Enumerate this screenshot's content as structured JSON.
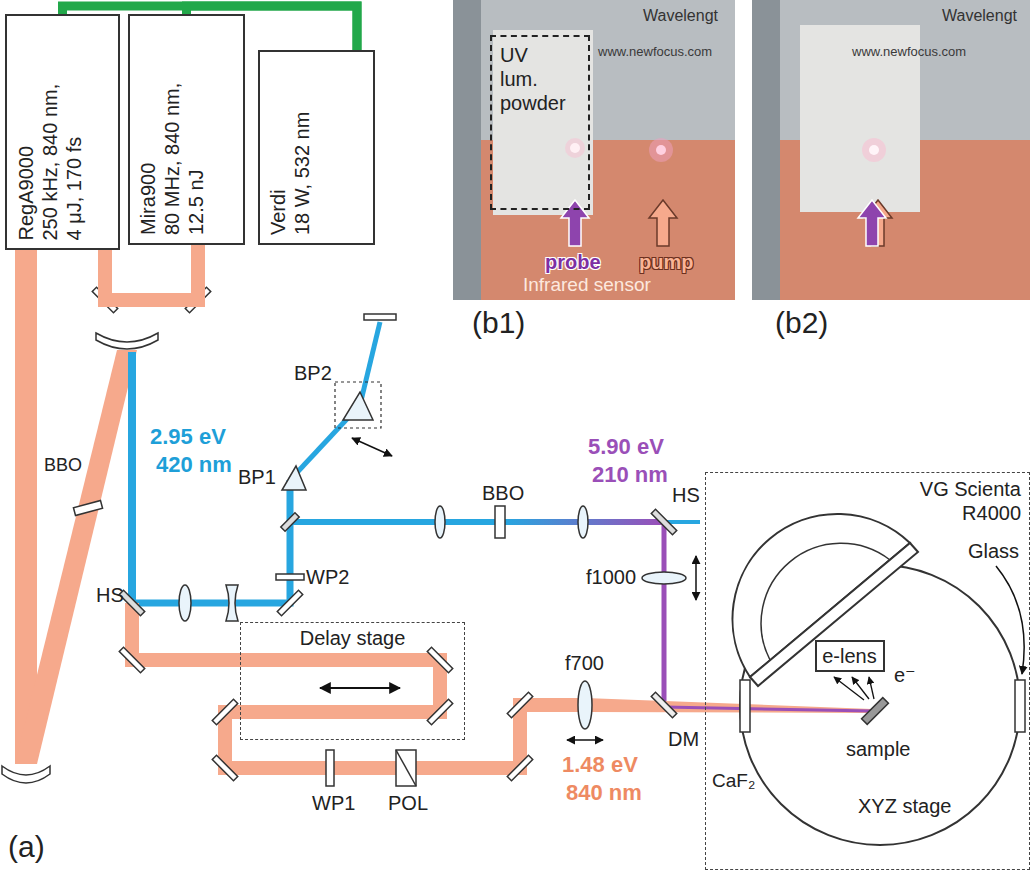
{
  "diagram": {
    "nodes": [
      {
        "text": [
          "RegA9000",
          "250 kHz, 840 nm, 4 μJ, 170 fs"
        ]
      },
      {
        "text": [
          "Mira900",
          "80 MHz, 840 nm, 12.5 nJ"
        ]
      },
      {
        "text": [
          "Verdi",
          "18 W, 532 nm"
        ]
      },
      {
        "text": [
          "Wavelengt",
          "www.newfocus.com",
          "probe",
          "pump",
          "Infrared sensor"
        ]
      },
      {
        "text": [
          "UV lum. powder"
        ],
        "in": 3
      },
      {
        "text": [
          "Wavelengt",
          "www.newfocus.com"
        ]
      },
      {
        "text": [
          "Delay stage"
        ]
      },
      {
        "text": [
          "VG Scienta R4000"
        ]
      },
      {
        "text": [
          "e-lens"
        ],
        "in": 7
      }
    ],
    "edges": [
      {
        "from": 2,
        "to": 1,
        "arrow": "none"
      },
      {
        "from": 2,
        "to": 0,
        "arrow": "none"
      },
      {
        "from": 1,
        "to": 0,
        "arrow": "none"
      }
    ],
    "labels": [
      "(b1)",
      "(b2)",
      "2.95 eV",
      "420 nm",
      "BP2",
      "BP1",
      "BBO",
      "BBO",
      "WP2",
      "HS",
      "HS",
      "5.90 eV",
      "210 nm",
      "f1000",
      "f700",
      "DM",
      "CaF₂",
      "sample",
      "e⁻",
      "Glass",
      "XYZ stage",
      "WP1",
      "POL",
      "1.48 eV",
      "840 nm",
      "(a)"
    ]
  }
}
